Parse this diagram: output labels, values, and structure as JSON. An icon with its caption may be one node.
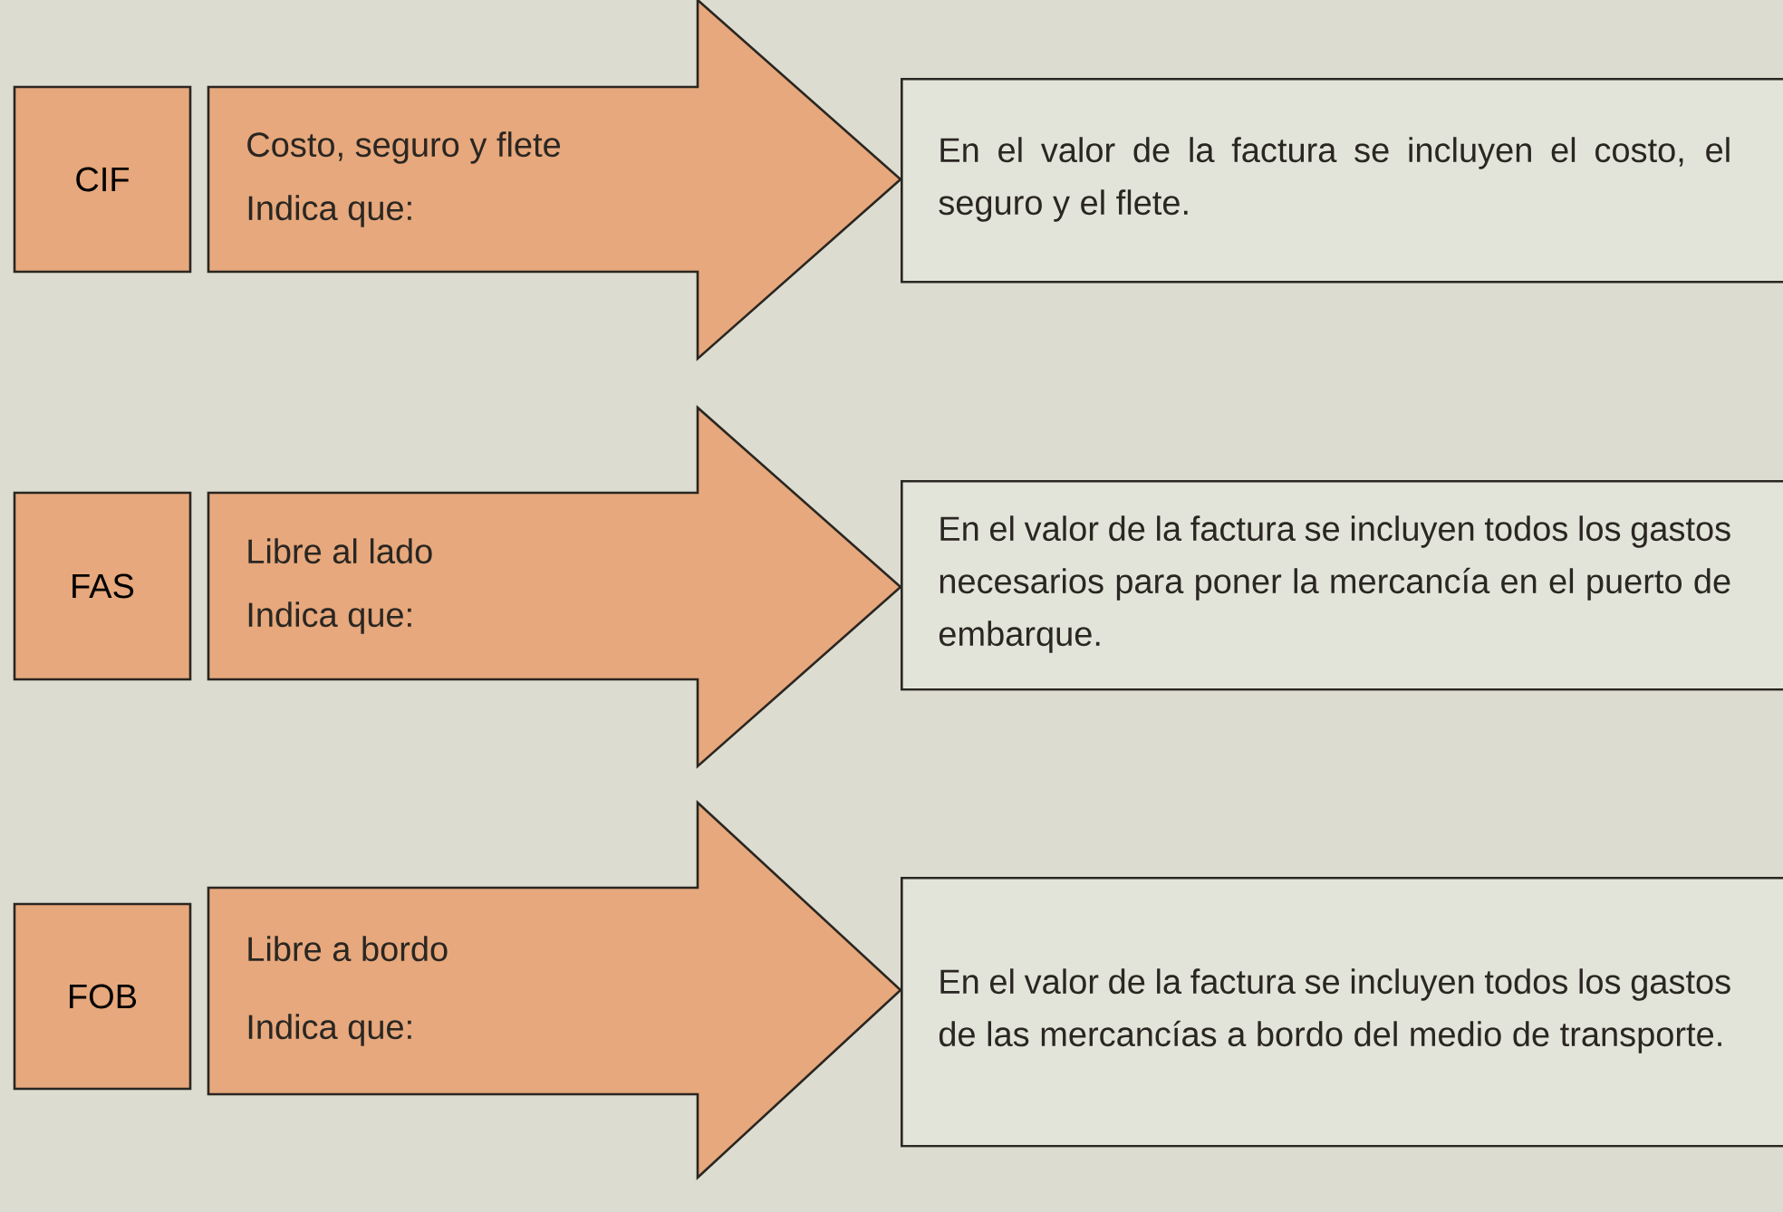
{
  "diagram": {
    "nodes": [
      {
        "text": [
          "CIF"
        ]
      },
      {
        "text": [
          "Costo, seguro y flete",
          "Indica que:"
        ]
      },
      {
        "text": [
          "En el valor de la factura se incluyen el costo, el seguro y el flete."
        ]
      },
      {
        "text": [
          "FAS"
        ]
      },
      {
        "text": [
          "Libre al lado",
          "Indica que:"
        ]
      },
      {
        "text": [
          "En el valor de la factura se incluyen todos los gastos necesarios para poner la mercancía en el puerto de embarque."
        ]
      },
      {
        "text": [
          "FOB"
        ]
      },
      {
        "text": [
          "Libre a bordo",
          "Indica que:"
        ]
      },
      {
        "text": [
          "En el valor de la factura se incluyen todos los gastos de las mercancías a bordo del medio de transporte."
        ]
      }
    ]
  }
}
